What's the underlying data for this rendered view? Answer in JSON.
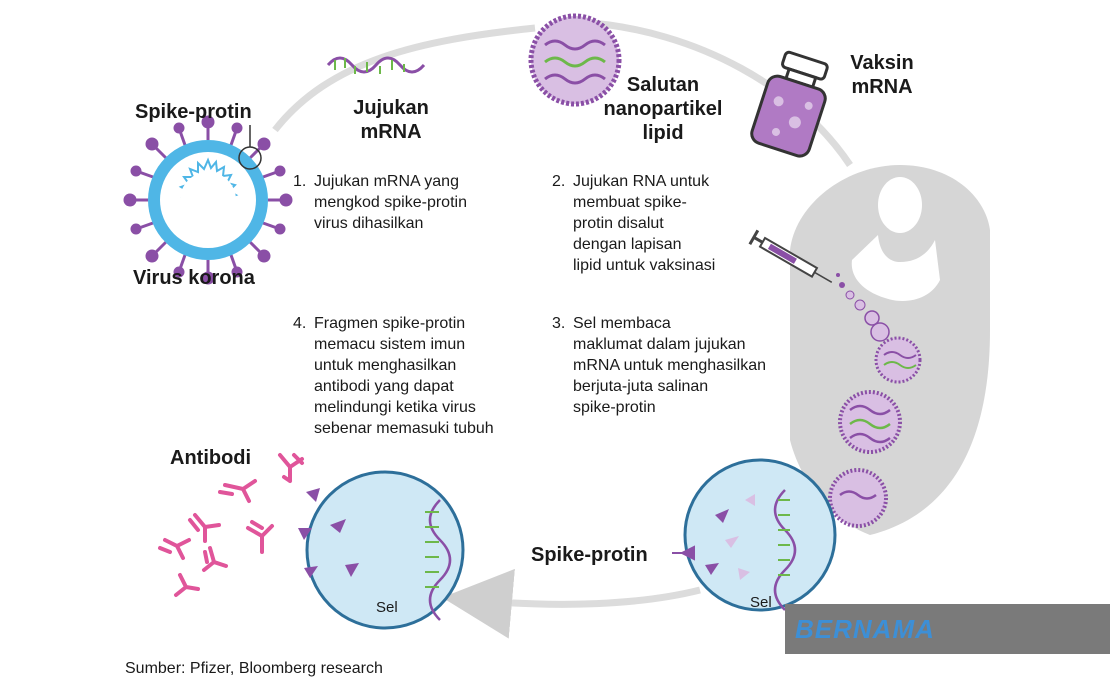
{
  "labels": {
    "spike_protein_top": "Spike-protin",
    "virus": "Virus korona",
    "mrna_sequence": [
      "Jujukan",
      "mRNA"
    ],
    "lipid_nanoparticle": [
      "Salutan",
      "nanopartikel",
      "lipid"
    ],
    "vaccine": [
      "Vaksin",
      "mRNA"
    ],
    "antibody": "Antibodi",
    "spike_protein_bottom": "Spike-protin",
    "cell_left": "Sel",
    "cell_right": "Sel"
  },
  "steps": [
    {
      "number": "1.",
      "lines": [
        "Jujukan mRNA yang",
        "mengkod spike-protin",
        "virus dihasilkan"
      ]
    },
    {
      "number": "2.",
      "lines": [
        "Jujukan RNA untuk",
        "membuat spike-",
        "protin disalut",
        "dengan lapisan",
        "lipid untuk vaksinasi"
      ]
    },
    {
      "number": "3.",
      "lines": [
        "Sel membaca",
        "maklumat dalam jujukan",
        "mRNA untuk menghasilkan",
        "berjuta-juta salinan",
        "spike-protin"
      ]
    },
    {
      "number": "4.",
      "lines": [
        "Fragmen spike-protin",
        "memacu sistem imun",
        "untuk menghasilkan",
        "antibodi yang dapat",
        "melindungi ketika virus",
        "sebenar memasuki tubuh"
      ]
    }
  ],
  "source": "Sumber: Pfizer, Bloomberg research",
  "watermark": "BERNAMA",
  "colors": {
    "purple": "#8a4fa6",
    "purple_light": "#d9bfe3",
    "cell_blue": "#cfe8f5",
    "cell_stroke": "#2d6f9a",
    "virus_blue": "#4fb6e6",
    "antibody_pink": "#e0559a",
    "cycle_gray": "#dcdcdc",
    "silhouette_gray": "#d6d6d6",
    "rna_green": "#6db84a"
  }
}
